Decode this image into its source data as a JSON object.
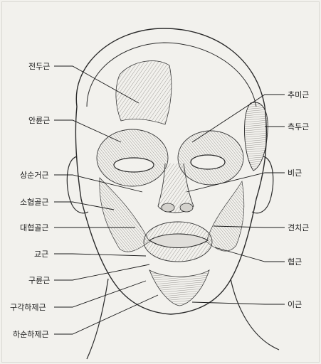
{
  "diagram": {
    "labels_left": [
      {
        "id": "frontalis",
        "text": "전두근"
      },
      {
        "id": "orbicularis-oculi",
        "text": "안륜근"
      },
      {
        "id": "levator-labii",
        "text": "상순거근"
      },
      {
        "id": "zygomaticus-minor",
        "text": "소협골근"
      },
      {
        "id": "zygomaticus-major",
        "text": "대협골근"
      },
      {
        "id": "risorius",
        "text": "교근"
      },
      {
        "id": "orbicularis-oris",
        "text": "구륜근"
      },
      {
        "id": "depressor-anguli-oris",
        "text": "구각하제근"
      },
      {
        "id": "depressor-labii-inferioris",
        "text": "하순하제근"
      }
    ],
    "labels_right": [
      {
        "id": "procerus",
        "text": "추미근"
      },
      {
        "id": "temporalis",
        "text": "측두근"
      },
      {
        "id": "nasalis",
        "text": "비근"
      },
      {
        "id": "levator-anguli-oris",
        "text": "견치근"
      },
      {
        "id": "buccinator",
        "text": "협근"
      },
      {
        "id": "mentalis",
        "text": "이근"
      }
    ]
  },
  "colors": {
    "ink": "#2a2a2a",
    "paper": "#f2f1ed",
    "shade": "#9a9893"
  }
}
